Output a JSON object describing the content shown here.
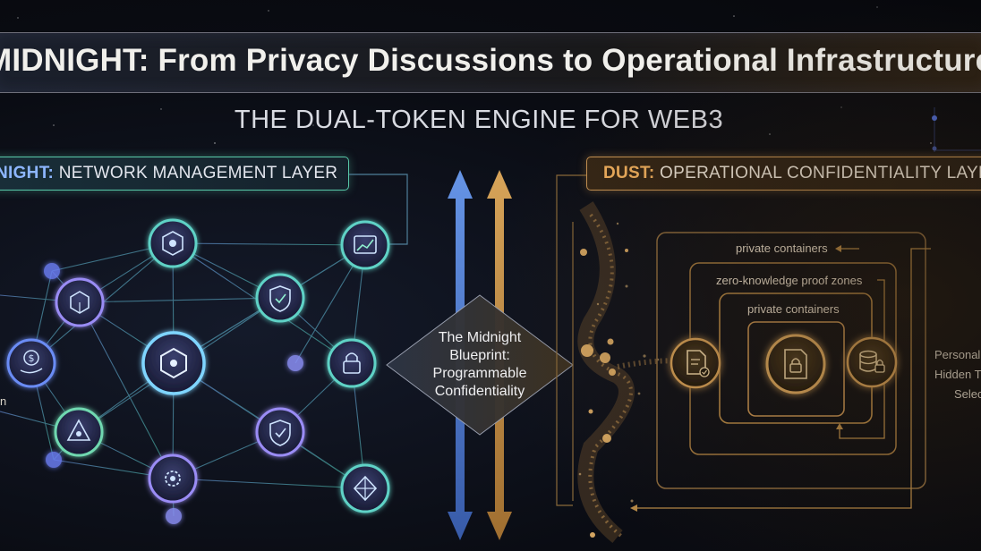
{
  "title": "MIDNIGHT: From Privacy Discussions to Operational Infrastructure",
  "subtitle": "THE DUAL-TOKEN ENGINE FOR WEB3",
  "night": {
    "keyword": "NIGHT:",
    "label": "NETWORK MANAGEMENT LAYER",
    "color": "#8db6ff",
    "left_fragment": "n",
    "nodes": [
      {
        "icon": "hexagon-cluster-icon"
      },
      {
        "icon": "analytics-chart-icon"
      },
      {
        "icon": "cube-network-icon"
      },
      {
        "icon": "shield-check-icon"
      },
      {
        "icon": "dollar-hand-icon"
      },
      {
        "icon": "central-hub-icon"
      },
      {
        "icon": "lock-icon"
      },
      {
        "icon": "triangle-network-icon"
      },
      {
        "icon": "verified-shield-icon"
      },
      {
        "icon": "gear-network-icon"
      },
      {
        "icon": "diamond-grid-icon"
      }
    ]
  },
  "dust": {
    "keyword": "DUST:",
    "label": "OPERATIONAL CONFIDENTIALITY LAYER",
    "color": "#f2b15f",
    "outer_label": "private containers",
    "middle_label": "zero-knowledge proof zones",
    "inner_label": "private containers",
    "icons": [
      "document-check-icon",
      "file-lock-icon",
      "database-lock-icon"
    ],
    "side_lines": [
      "Personal",
      "Hidden T",
      "Selec"
    ]
  },
  "blueprint": {
    "line1": "The Midnight",
    "line2": "Blueprint:",
    "line3": "Programmable",
    "line4": "Confidentiality"
  }
}
